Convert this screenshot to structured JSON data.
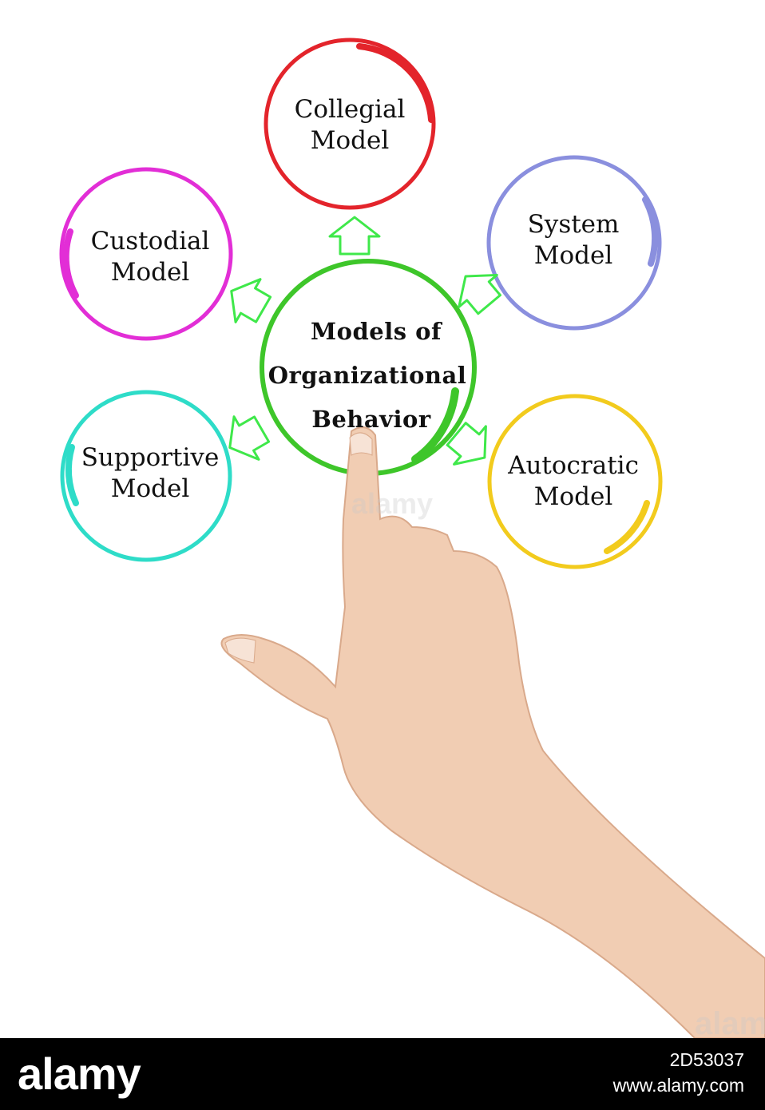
{
  "diagram": {
    "center": {
      "lines": [
        "Models of",
        "Organizational",
        "Behavior"
      ],
      "color": "#3ec62a"
    },
    "nodes": [
      {
        "id": "collegial",
        "lines": [
          "Collegial",
          "Model"
        ],
        "color": "#e3242b"
      },
      {
        "id": "system",
        "lines": [
          "System",
          "Model"
        ],
        "color": "#8a8fde"
      },
      {
        "id": "autocratic",
        "lines": [
          "Autocratic",
          "Model"
        ],
        "color": "#f2cb1d"
      },
      {
        "id": "supportive",
        "lines": [
          "Supportive",
          "Model"
        ],
        "color": "#2edcc8"
      },
      {
        "id": "custodial",
        "lines": [
          "Custodial",
          "Model"
        ],
        "color": "#e22ed6"
      }
    ],
    "arrow_color": "#3fe84a"
  },
  "footer": {
    "brand": "alamy",
    "image_id": "2D53037",
    "url": "www.alamy.com"
  }
}
